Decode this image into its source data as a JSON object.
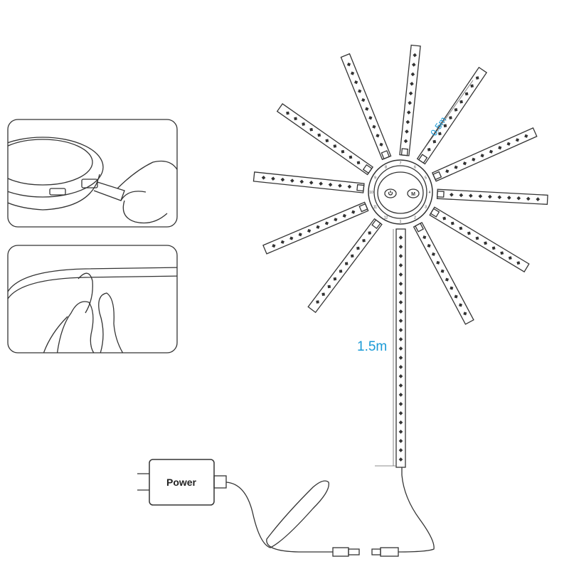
{
  "labels": {
    "short_strip_length": "0.5m",
    "main_strip_length": "1.5m",
    "power_label": "Power",
    "mode_button": "M"
  },
  "hub": {
    "ring_numbers": [
      "1",
      "2",
      "3",
      "4",
      "5",
      "6",
      "7",
      "8",
      "9",
      "10",
      "11",
      "12"
    ]
  },
  "spoke_angles_deg": [
    -84,
    -56,
    -24,
    3,
    31,
    62,
    127,
    157,
    186,
    215,
    248
  ],
  "colors": {
    "accent": "#1a9ad6",
    "line": "#333333"
  },
  "icons": [
    "power-icon",
    "mode-button",
    "usb-plug-icon",
    "dc-connector-icon"
  ]
}
